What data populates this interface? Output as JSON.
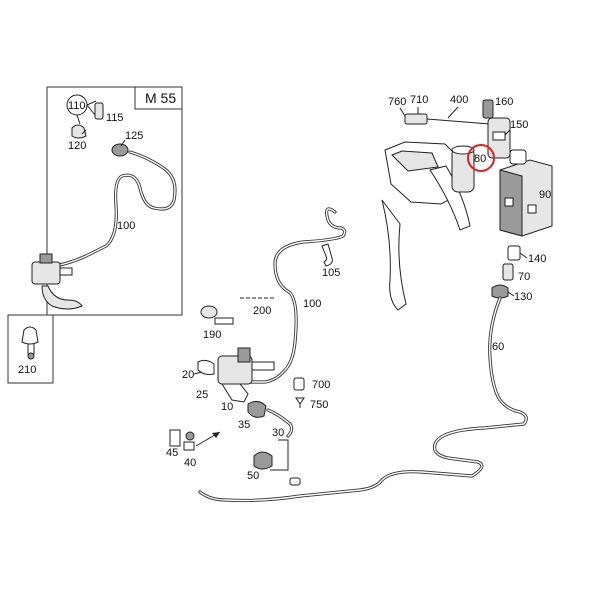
{
  "inset": {
    "model_label": "M 55",
    "callouts": {
      "c110": "110",
      "c115": "115",
      "c120": "120",
      "c125": "125",
      "c100": "100"
    }
  },
  "clip_inset": {
    "callout": "210"
  },
  "callouts": {
    "c760": "760",
    "c710": "710",
    "c400": "400",
    "c160": "160",
    "c150": "150",
    "c80": "80",
    "c90": "90",
    "c140": "140",
    "c70": "70",
    "c130": "130",
    "c60": "60",
    "c105": "105",
    "c100": "100",
    "c200": "200",
    "c190": "190",
    "c20": "20",
    "c25": "25",
    "c10": "10",
    "c35": "35",
    "c700": "700",
    "c750": "750",
    "c30": "30",
    "c45": "45",
    "c40": "40",
    "c50": "50"
  },
  "highlight": {
    "part": "80",
    "color": "#e02020"
  }
}
